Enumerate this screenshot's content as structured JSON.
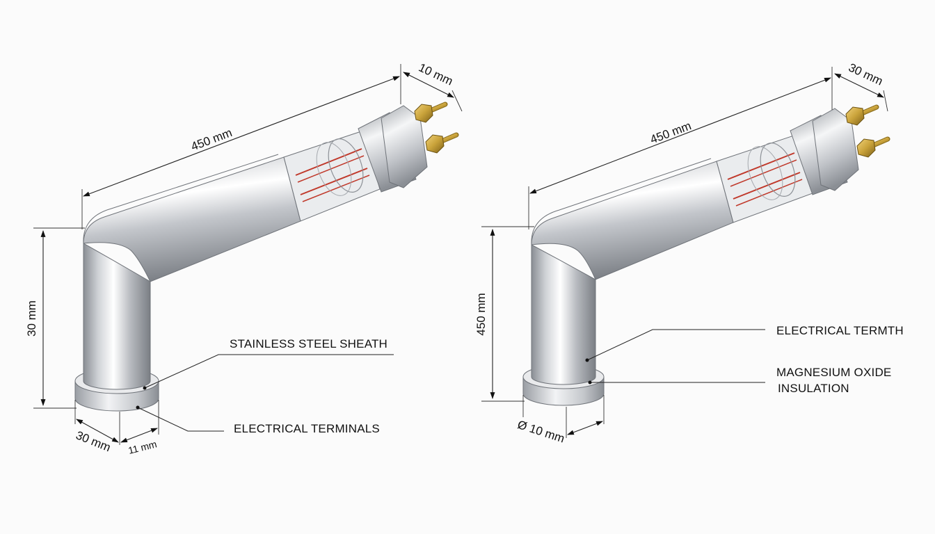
{
  "colors": {
    "background": "#fbfbfb",
    "steel_light": "#f4f5f7",
    "steel_mid": "#c3c6cb",
    "steel_dark": "#8d9197",
    "brass": "#c9a23a",
    "heating_wire": "#c0392b",
    "ink": "#111111"
  },
  "left_figure": {
    "dimensions": {
      "overall_length": "450 mm",
      "terminal_spacing": "10 mm",
      "vertical_height": "30 mm",
      "base_diameter": "30 mm",
      "base_thickness": "11 mm"
    },
    "callouts": {
      "sheath": "STAINLESS STEEL SHEATH",
      "terminals": "ELECTRICAL TERMINALS"
    }
  },
  "right_figure": {
    "dimensions": {
      "overall_length": "450 mm",
      "terminal_spacing": "30 mm",
      "vertical_height": "450 mm",
      "base_diameter": "Ø 10 mm"
    },
    "callouts": {
      "terminals": "ELECTRICAL TERMTH",
      "insulation_line1": "MAGNESIUM OXIDE",
      "insulation_line2": "INSULATION"
    }
  },
  "icons": [
    "brass-terminal-icon",
    "hex-nut-icon",
    "arrowhead-icon"
  ]
}
